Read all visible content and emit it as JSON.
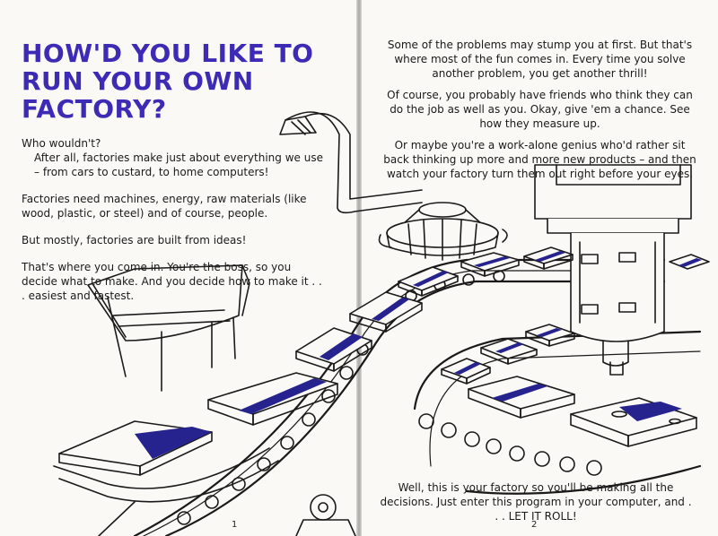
{
  "left_page": {
    "title_lines": [
      "HOW'D YOU LIKE TO",
      "RUN YOUR OWN",
      "FACTORY?"
    ],
    "paragraphs": [
      "Who wouldn't?",
      "After all, factories make just about everything we use – from cars to custard, to home computers!",
      "Factories need machines, energy, raw materials (like wood, plastic, or steel) and of course, people.",
      "But mostly, factories are built from ideas!",
      "That's where you come in. You're the boss, so you decide what to make. And you decide how to make it . . . easiest and fastest."
    ],
    "page_number": "1"
  },
  "right_page": {
    "paragraphs": [
      "Some of the problems may stump you at first. But that's where most of the fun comes in. Every time you solve another problem, you get another thrill!",
      "Of course, you probably have friends who think they can do the job as well as you. Okay, give 'em a chance. See how they measure up.",
      "Or maybe you're a work-alone genius who'd rather sit back thinking up more and more new products – and then watch your factory turn them out right before your eyes."
    ],
    "bottom_text": "Well, this is your factory so you'll be making all the decisions. Just enter this program in your computer, and . . . LET IT ROLL!",
    "page_number": "2"
  },
  "colors": {
    "title_purple": "#3d2bb5",
    "stripe_blue": "#26238f",
    "ink": "#1a1a1a",
    "paper": "#fbf9f6"
  }
}
